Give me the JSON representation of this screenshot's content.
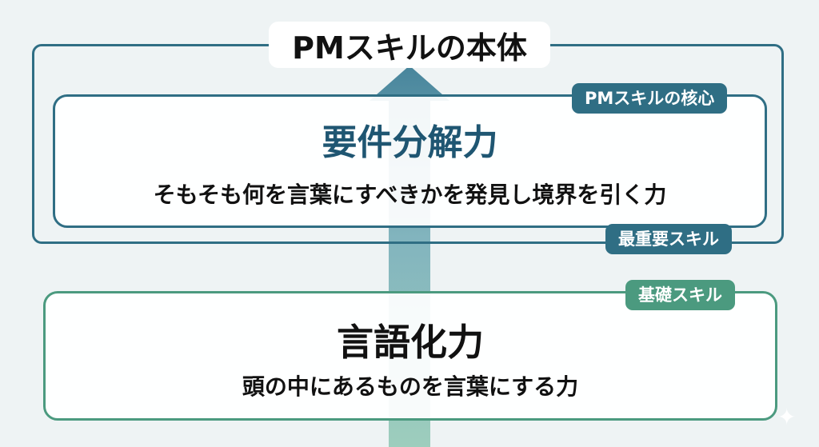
{
  "outer": {
    "title": "PMスキルの本体"
  },
  "core": {
    "tag": "PMスキルの核心",
    "title": "要件分解力",
    "description": "そもそも何を言葉にすべきかを発見し境界を引く力",
    "bottom_tag": "最重要スキル"
  },
  "base": {
    "tag": "基礎スキル",
    "title": "言語化力",
    "description": "頭の中にあるものを言葉にする力"
  },
  "colors": {
    "core_accent": "#2f6e84",
    "base_accent": "#4b9a7f",
    "arrow_bottom": "#8fc7b3",
    "arrow_top": "#3f7f97",
    "background": "#eef3f4"
  },
  "icons": {
    "arrow": "up-arrow-icon",
    "sparkle": "sparkle-icon"
  }
}
